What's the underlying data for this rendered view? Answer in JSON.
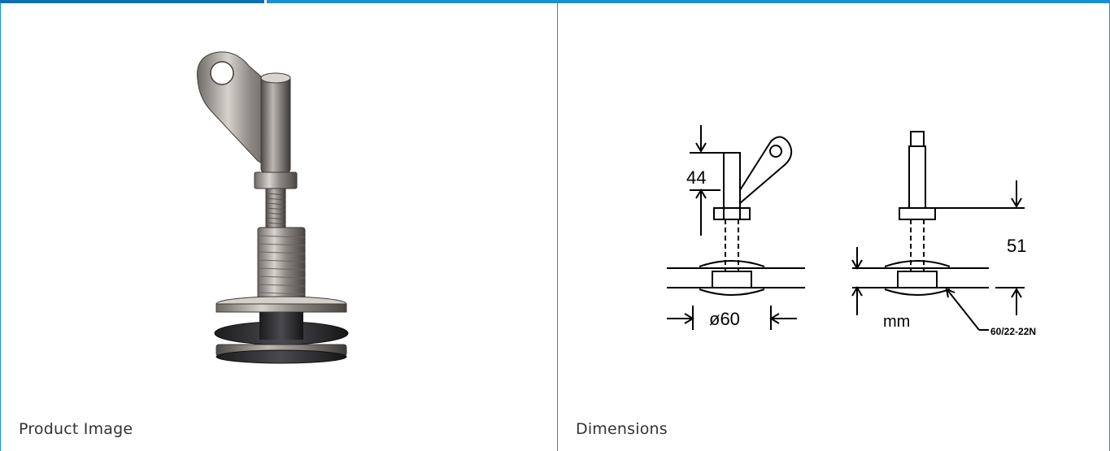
{
  "panels": {
    "left": {
      "caption": "Product Image"
    },
    "right": {
      "caption": "Dimensions"
    }
  },
  "drawing": {
    "labels": {
      "height": "44",
      "diameter": "ø60",
      "side_height": "51",
      "unit": "mm",
      "model": "60/22-22N"
    }
  },
  "colors": {
    "accent": "#1b8fd3",
    "accent_dark": "#0e6fb0"
  }
}
